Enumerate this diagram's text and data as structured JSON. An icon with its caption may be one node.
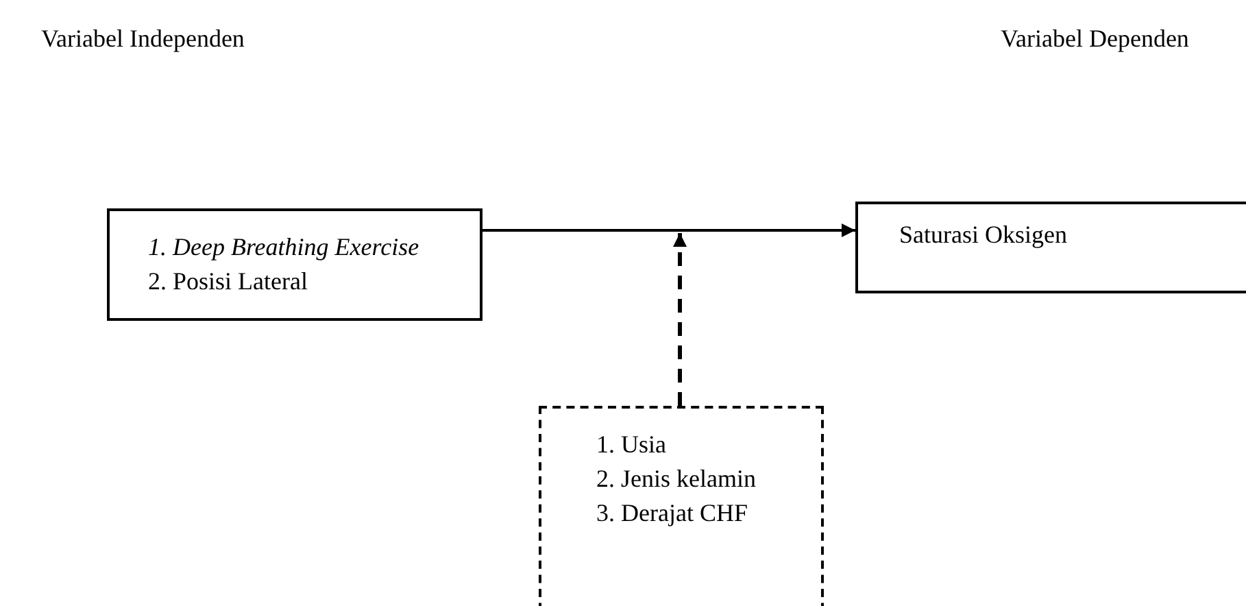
{
  "diagram": {
    "nodes": [
      {
        "text": [
          "1. Deep Breathing Exercise",
          "2. Posisi Lateral"
        ]
      },
      {
        "text": [
          "Saturasi Oksigen"
        ]
      },
      {
        "text": [
          "1. Usia",
          "2. Jenis kelamin",
          "3. Derajat CHF"
        ]
      }
    ],
    "edges": [
      {
        "from": 0,
        "to": 1,
        "arrow": "to"
      },
      {
        "from": 2,
        "to": null,
        "arrow": "to",
        "style": "dashed"
      }
    ],
    "labels": [
      "Variabel Independen",
      "Variabel Dependen"
    ]
  }
}
